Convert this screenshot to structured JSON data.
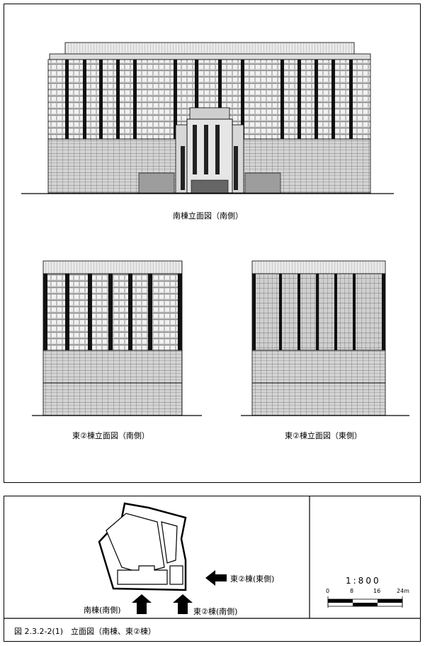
{
  "elevations": {
    "south_building_south": "南棟立面図（南側）",
    "east2_building_south": "東②棟立面図（南側）",
    "east2_building_east": "東②棟立面図（東側）"
  },
  "key_plan": {
    "label_south_view": "南棟(南側)",
    "label_east2_south_view": "東②棟(南側)",
    "label_east2_east_view": "東②棟(東側)"
  },
  "scale": {
    "ratio": "1:800",
    "ticks": [
      "0",
      "8",
      "16",
      "24m"
    ]
  },
  "caption": "図 2.3.2-2(1)　立面図（南棟、東②棟）"
}
